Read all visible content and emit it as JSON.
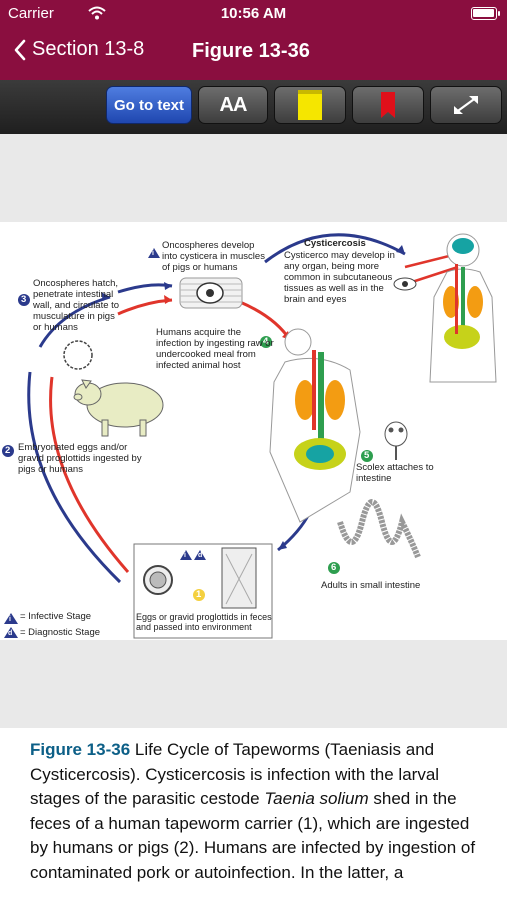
{
  "status_bar": {
    "carrier": "Carrier",
    "time": "10:56 AM"
  },
  "nav": {
    "back_label": "Section 13-8",
    "title": "Figure 13-36"
  },
  "toolbar": {
    "goto_label": "Go to text",
    "font_label": "AA"
  },
  "figure": {
    "labels": {
      "cysticercosis_title": "Cysticercosis",
      "cysticercosis_body": "Cysticerco may develop in any organ, being more common in subcutaneous tissues as well as in the brain and eyes",
      "oncospheres_develop": "Oncospheres develop into cysticera in muscles of pigs or humans",
      "oncospheres_hatch": "Oncospheres hatch, penetrate intestinal wall, and circulate to musculature in pigs or humans",
      "humans_acquire": "Humans acquire the infection by ingesting raw or undercooked meal from infected animal host",
      "embryonated": "Embryonated eggs and/or gravid proglottids ingested by pigs or humans",
      "scolex": "Scolex attaches to intestine",
      "adults": "Adults in small intestine",
      "eggs": "Eggs or gravid proglottids in feces and passed into environment",
      "infective_stage": "= Infective Stage",
      "diagnostic_stage": "= Diagnostic Stage",
      "step_1": "1",
      "step_2": "2",
      "step_3": "3",
      "step_4": "4",
      "step_5": "5",
      "step_6": "6",
      "infective_letter": "i",
      "diagnostic_letter": "d"
    }
  },
  "caption": {
    "figure_number": "Figure 13-36",
    "part1": " Life Cycle of Tapeworms (Taeniasis and Cysticercosis). Cysticercosis is infection with the larval stages of the parasitic cestode ",
    "italic1": "Taenia solium",
    "part2": " shed in the feces of a human tapeworm carrier (1), which are ingested by humans or pigs (2). Humans are infected by ingestion of contaminated pork or autoinfection. In the latter, a"
  },
  "colors": {
    "brand": "#8a0e3f",
    "figure_link": "#0c5f87",
    "toolbar_blue": "#2f5fc7"
  }
}
